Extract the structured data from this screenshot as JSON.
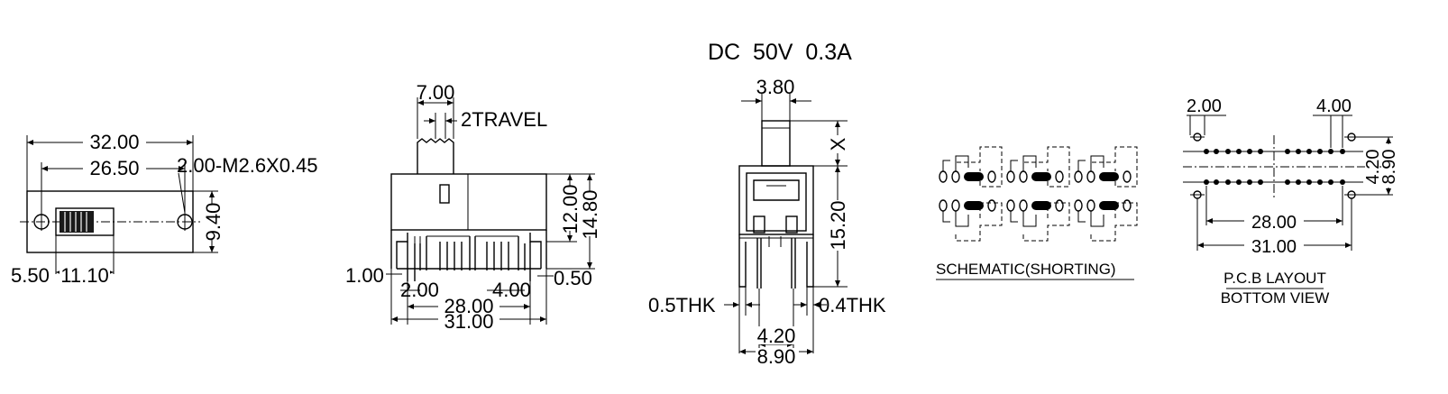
{
  "rating": "DC  50V  0.3A",
  "top_view": {
    "overall_length": "32.00",
    "hole_pitch": "26.50",
    "hole_spec": "2.00-M2.6X0.45",
    "height": "9.40",
    "dim_a": "5.50",
    "dim_b": "11.10"
  },
  "front_view": {
    "knob_width": "7.00",
    "travel": "2TRAVEL",
    "body_height": "12.00",
    "overall_height": "14.80",
    "pin_thickness": "1.00",
    "pin_width": "0.50",
    "pin_pitch": "2.00",
    "group_pitch": "4.00",
    "pin_span": "28.00",
    "body_length": "31.00"
  },
  "side_view": {
    "knob_width": "3.80",
    "knob_height": "X",
    "height": "15.20",
    "left_pin": "0.5THK",
    "right_pin": "0.4THK",
    "row_pitch": "4.20",
    "width": "8.90"
  },
  "schematic": {
    "caption": "SCHEMATIC(SHORTING)"
  },
  "pcb_layout": {
    "hole_dia": "2.00",
    "group_pitch": "4.00",
    "row_pitch": "4.20",
    "width": "8.90",
    "pin_span": "28.00",
    "hole_span": "31.00",
    "caption_1": "P.C.B LAYOUT",
    "caption_2": "BOTTOM VIEW"
  }
}
